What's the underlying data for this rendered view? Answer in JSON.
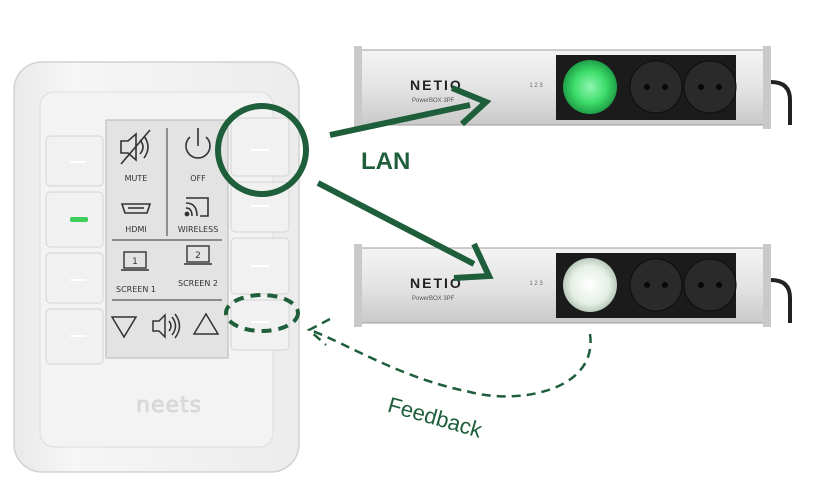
{
  "panel": {
    "brand": "neets",
    "buttons": {
      "mute": "MUTE",
      "off": "OFF",
      "hdmi": "HDMI",
      "wireless": "WIRELESS",
      "screen1": "SCREEN 1",
      "screen1_num": "1",
      "screen2": "SCREEN 2",
      "screen2_num": "2"
    },
    "indicator_color": "#3ecf5a"
  },
  "devices": [
    {
      "brand": "NETIO",
      "model": "PowerBOX 3PF",
      "ports": "1 2 3",
      "socket_state": "on",
      "socket_color": "#3ddc6a"
    },
    {
      "brand": "NETIO",
      "model": "PowerBOX 3PF",
      "ports": "1 2 3",
      "socket_state": "off",
      "socket_color": "#e6efe6"
    }
  ],
  "labels": {
    "lan": "LAN",
    "feedback": "Feedback"
  },
  "accent_color": "#1e5e3a"
}
